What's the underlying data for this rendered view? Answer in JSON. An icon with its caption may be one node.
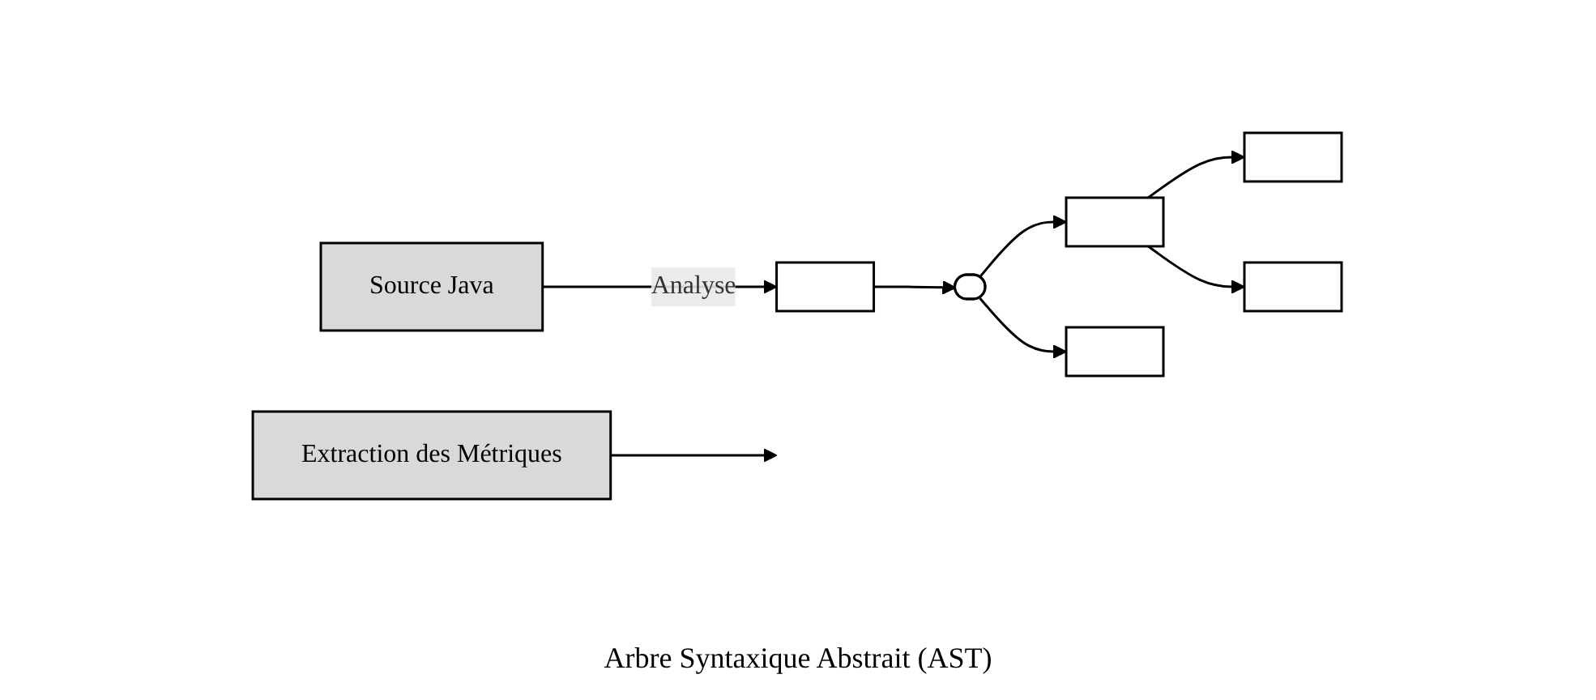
{
  "diagram": {
    "nodes": [
      {
        "text": [
          "Source Java"
        ]
      },
      {
        "text": [],
        "shape": "box"
      },
      {
        "text": [],
        "shape": "ellipse"
      },
      {
        "text": [],
        "shape": "box"
      },
      {
        "text": [],
        "shape": "box"
      },
      {
        "text": [],
        "shape": "box"
      },
      {
        "text": [],
        "shape": "box"
      },
      {
        "text": [
          "Extraction des Métriques"
        ]
      }
    ],
    "edges": [
      {
        "from": 0,
        "to": 1,
        "label": "Analyse",
        "arrow": "to"
      },
      {
        "from": 1,
        "to": 2,
        "arrow": "to"
      },
      {
        "from": 2,
        "to": 3,
        "arrow": "to"
      },
      {
        "from": 2,
        "to": 4,
        "arrow": "to"
      },
      {
        "from": 3,
        "to": 5,
        "arrow": "to"
      },
      {
        "from": 3,
        "to": 6,
        "arrow": "to"
      },
      {
        "from": 7,
        "to": null,
        "arrow": "to"
      }
    ],
    "labels": [
      "Arbre Syntaxique Abstrait (AST)"
    ]
  }
}
